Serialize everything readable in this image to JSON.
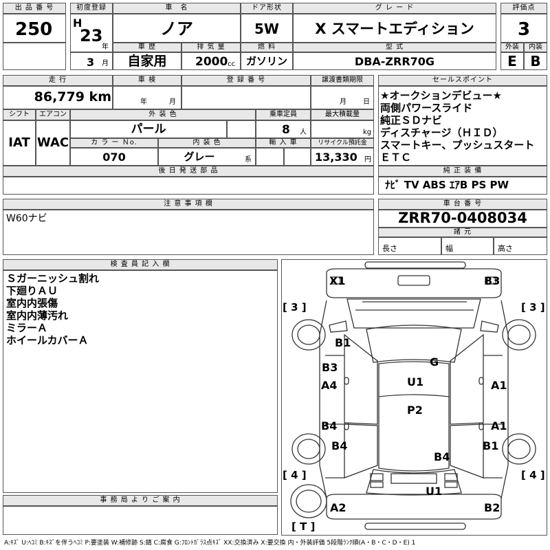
{
  "top": {
    "lot_label": "出 品 番 号",
    "lot_number": "250",
    "first_reg_label": "初度登録",
    "era": "H",
    "year": "23",
    "year_unit": "年",
    "month": "3",
    "month_unit": "月",
    "car_name_label": "車　名",
    "car_name": "ノア",
    "door_label": "ドア形状",
    "door": "5W",
    "grade_label": "グ レ ー ド",
    "grade": "X スマートエディション",
    "score_label": "評価点",
    "score": "3",
    "history_label": "車 歴",
    "history": "自家用",
    "displacement_label": "排 気 量",
    "displacement": "2000",
    "displacement_unit": "cc",
    "fuel_label": "燃 料",
    "fuel": "ガソリン",
    "model_label": "型 式",
    "model": "DBA-ZRR70G",
    "exterior_label": "外装",
    "exterior": "E",
    "interior_label": "内装",
    "interior": "B"
  },
  "mid": {
    "mileage_label": "走 行",
    "mileage": "86,779 km",
    "inspection_label": "車 検",
    "inspection_year_unit": "年",
    "inspection_month_unit": "月",
    "registration_label": "登 録 番 号",
    "transfer_label": "譲渡書類期限",
    "transfer_month_unit": "月",
    "transfer_day_unit": "日",
    "shift_label": "シフト",
    "shift": "IAT",
    "aircon_label": "エアコン",
    "aircon": "WAC",
    "color_label": "外 装 色",
    "color": "パール",
    "capacity_label": "乗車定員",
    "capacity": "8",
    "capacity_unit": "人",
    "load_label": "最大積載量",
    "load_unit": "kg",
    "color_no_label": "カ ラ ー Ｎo.",
    "color_no": "070",
    "int_color_label": "内 装 色",
    "int_color": "グレー",
    "int_color_unit": "系",
    "import_label": "輸 入 車",
    "recycle_label": "リサイクル預託金",
    "recycle": "13,330",
    "recycle_unit": "円",
    "later_label": "後 日 発 送 部 品"
  },
  "sales": {
    "label": "セールスポイント",
    "items": [
      "★オークションデビュー★",
      "両側パワースライド",
      "純正ＳＤナビ",
      "ディスチャージ（ＨＩＤ）",
      "スマートキー、プッシュスタート",
      "ＥＴＣ"
    ]
  },
  "equipment": {
    "label": "純 正 装 備",
    "value": "ﾅﾋﾞ TV ABS ｴｱB PS PW"
  },
  "notes": {
    "label": "注 意 事 項 欄",
    "text": "W60ナビ"
  },
  "chassis": {
    "label": "車 台 番 号",
    "value": "ZRR70-0408034",
    "spec_label": "諸 元",
    "length_label": "長さ",
    "width_label": "幅",
    "height_label": "高さ"
  },
  "inspector": {
    "label": "検 査 員 記 入 欄",
    "items": [
      "Ｓガーニッシュ割れ",
      "下廻りＡＵ",
      "室内内張傷",
      "室内内薄汚れ",
      "ミラーＡ",
      "ホイールカバーＡ"
    ]
  },
  "office": {
    "label": "事 務 局 よ り ご 案 内"
  },
  "diagram": {
    "marks": [
      "X1",
      "B3",
      "B1",
      "G",
      "B3",
      "A4",
      "U1",
      "A1",
      "P2",
      "B4",
      "A1",
      "B4",
      "B1",
      "B4",
      "U1",
      "A2",
      "B2"
    ],
    "tire_front_left": "[ 3 ]",
    "tire_front_right": "[ 3 ]",
    "tire_rear_left": "[ 4 ]",
    "tire_rear_right": "[ 4 ]",
    "trunk": "[ T ]"
  },
  "footer": "A:ｷｽﾞ U:ﾍｺﾐ B:ｷｽﾞを伴うﾍｺﾐ P:要塗装 W:補修跡 S:錆 C:腐食 G:ﾌﾛﾝﾄｶﾞﾗｽ点ｷｽﾞ XX:交換済み X:要交換 内・外装評価 5段階ﾗﾝｸ順(A・B・C・D・E) 1"
}
